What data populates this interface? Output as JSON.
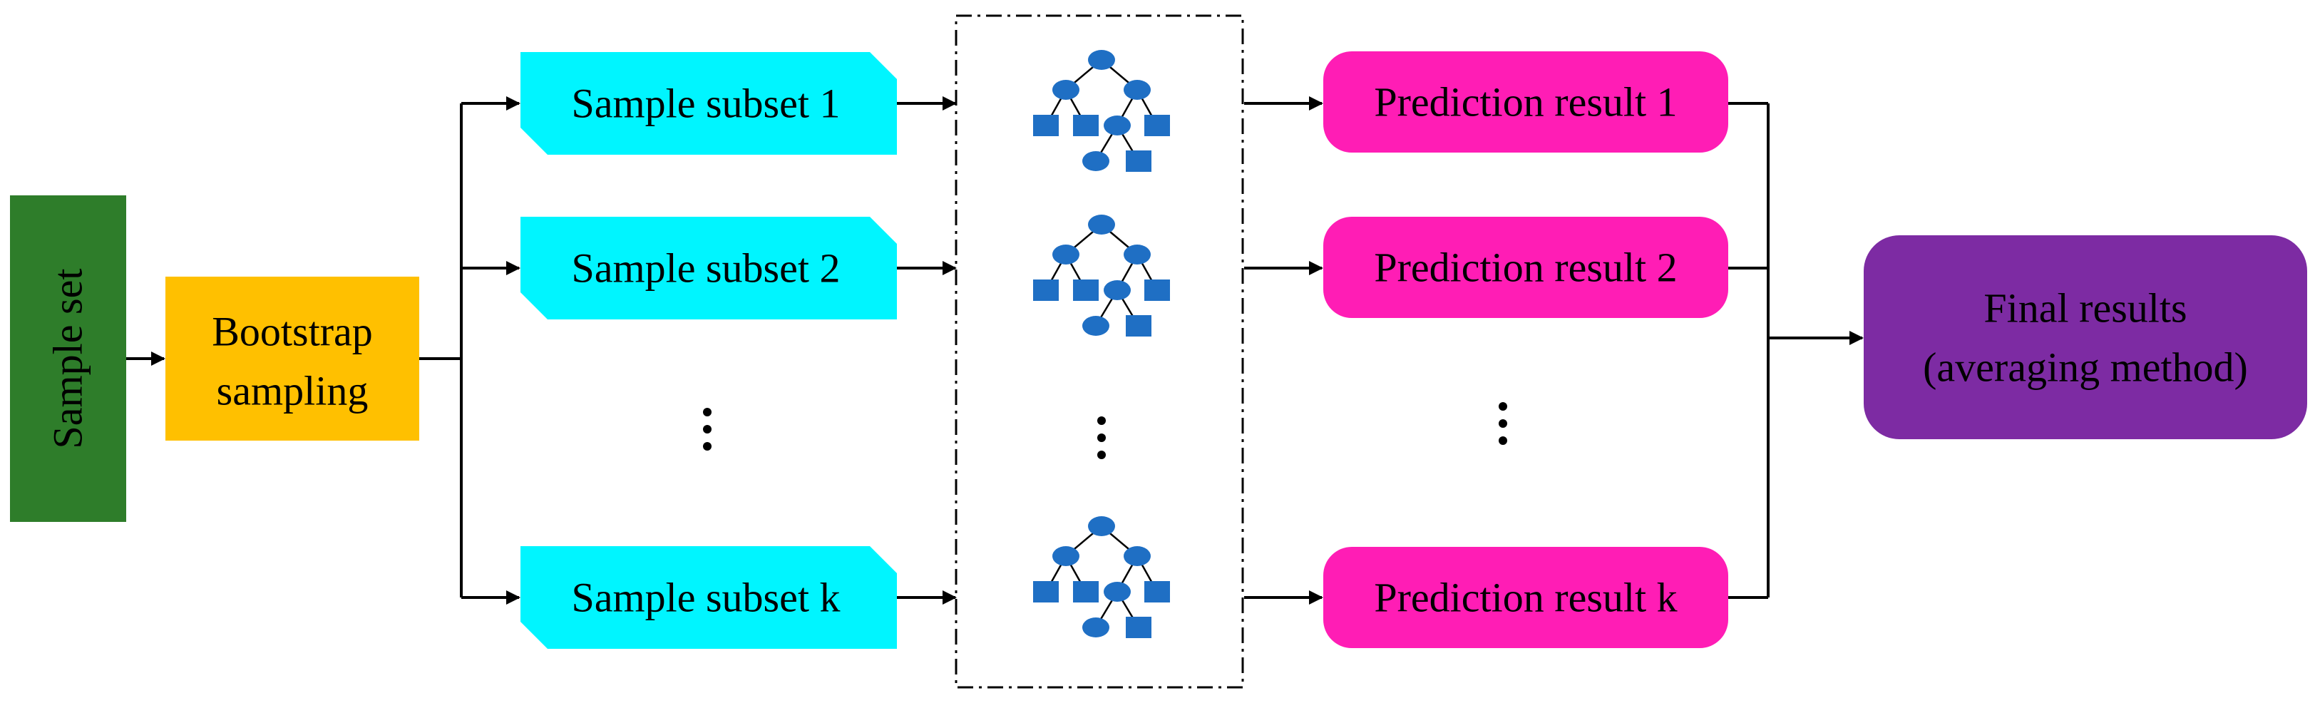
{
  "nodes": {
    "sample_set": {
      "label": "Sample set",
      "color": "#2E7D2A"
    },
    "bootstrap": {
      "line1": "Bootstrap",
      "line2": "sampling",
      "color": "#FFC000"
    },
    "subsets": [
      {
        "label": "Sample subset 1"
      },
      {
        "label": "Sample subset 2"
      },
      {
        "label": "Sample subset k"
      }
    ],
    "subset_color": "#00F5FF",
    "predictions": [
      {
        "label": "Prediction result 1"
      },
      {
        "label": "Prediction result 2"
      },
      {
        "label": "Prediction result k"
      }
    ],
    "prediction_color": "#FF1DB5",
    "final": {
      "line1": "Final results",
      "line2": "(averaging method)",
      "color": "#7D2BA3"
    },
    "tree_color": "#1F6FC4"
  }
}
